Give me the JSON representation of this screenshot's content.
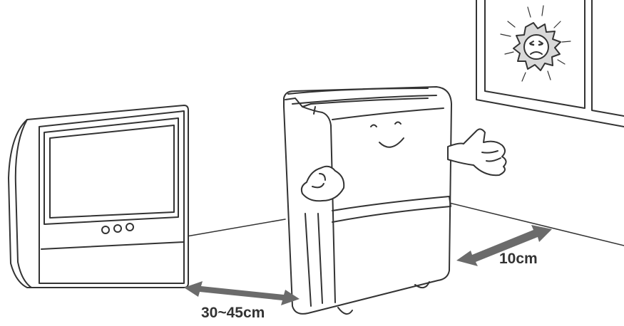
{
  "labels": {
    "tv_distance": "30~45cm",
    "wall_distance": "10cm"
  },
  "colors": {
    "line": "#333333",
    "arrow": "#6b6b6b",
    "sun_fill": "#d9d9d9",
    "background": "#ffffff"
  },
  "icons": [
    "television",
    "dehumidifier-mascot",
    "window",
    "sad-sun",
    "double-arrow"
  ]
}
